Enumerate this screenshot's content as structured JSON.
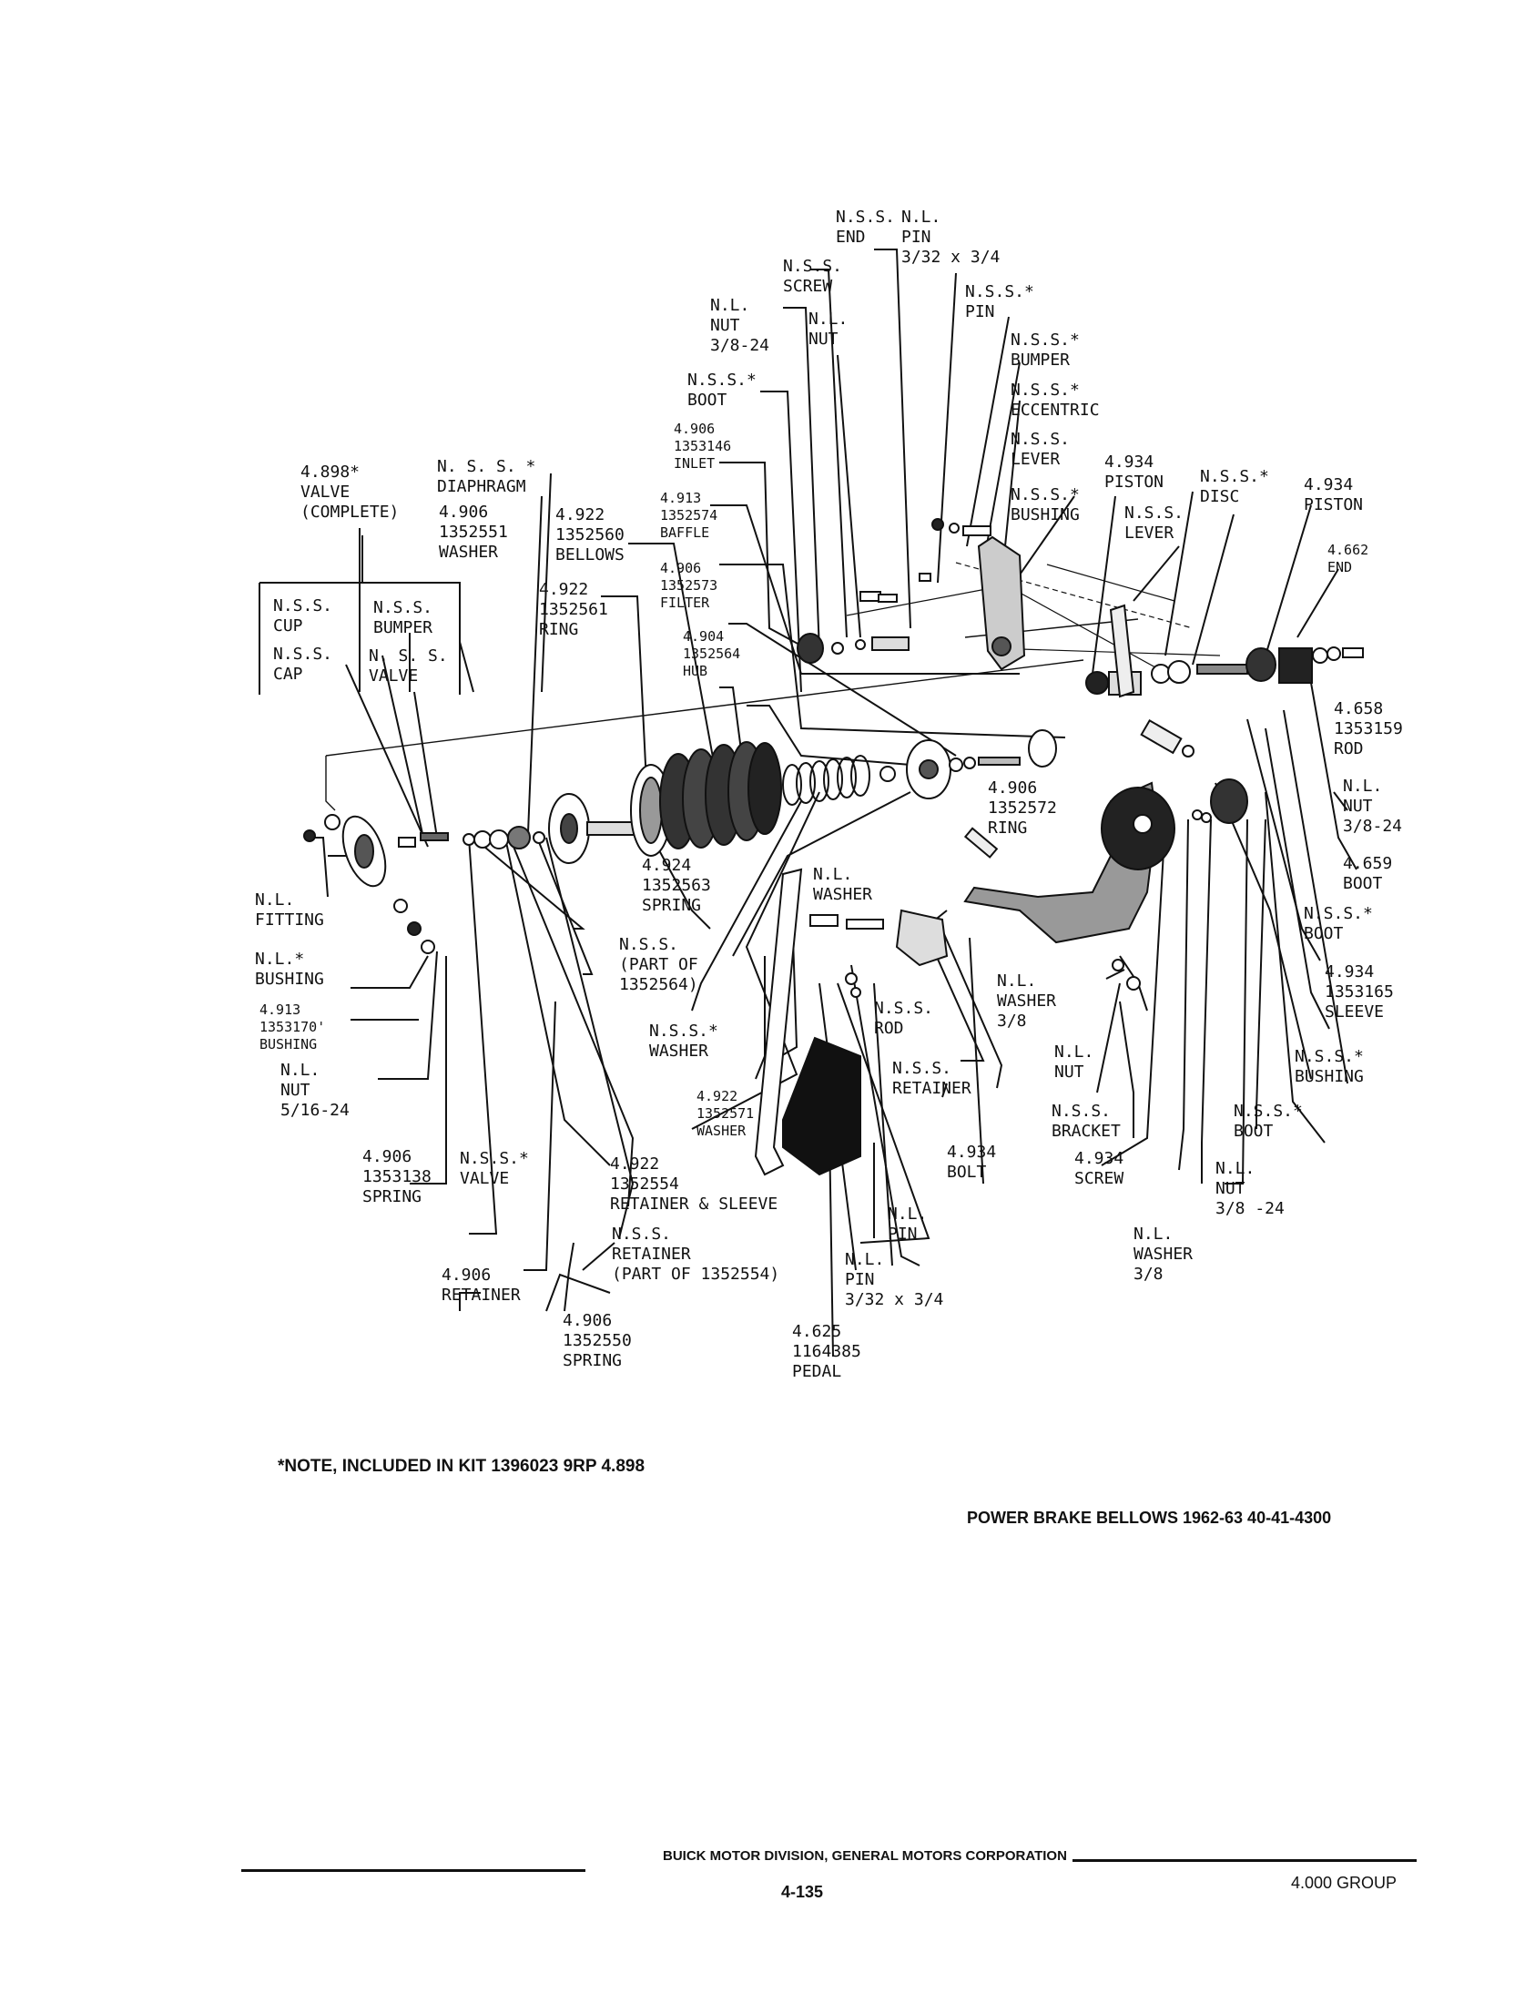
{
  "labels": [
    {
      "id": "nss-end",
      "lines": [
        "N.S.S.",
        "END"
      ]
    },
    {
      "id": "nl-pin-top",
      "lines": [
        "N.L.",
        "PIN",
        "3/32 x 3/4"
      ]
    },
    {
      "id": "nss-screw-top",
      "lines": [
        "N.S.S.",
        "SCREW"
      ]
    },
    {
      "id": "nss-pin",
      "lines": [
        "N.S.S.*",
        "PIN"
      ]
    },
    {
      "id": "nl-nut-38",
      "lines": [
        "N.L.",
        "NUT",
        "3/8-24"
      ]
    },
    {
      "id": "nl-nut-top",
      "lines": [
        "N.L.",
        "NUT"
      ]
    },
    {
      "id": "nss-bumper-top",
      "lines": [
        "N.S.S.*",
        "BUMPER"
      ]
    },
    {
      "id": "nss-boot-top",
      "lines": [
        "N.S.S.*",
        "BOOT"
      ]
    },
    {
      "id": "nss-eccentric",
      "lines": [
        "N.S.S.*",
        "ECCENTRIC"
      ]
    },
    {
      "id": "inlet",
      "lines": [
        "4.906",
        "1353146",
        "INLET"
      ]
    },
    {
      "id": "nss-lever-top",
      "lines": [
        "N.S.S.",
        "LEVER"
      ]
    },
    {
      "id": "piston-934",
      "lines": [
        "4.934",
        "PISTON"
      ]
    },
    {
      "id": "nss-disc",
      "lines": [
        "N.S.S.*",
        "DISC"
      ]
    },
    {
      "id": "piston-934b",
      "lines": [
        "4.934",
        "PISTON"
      ]
    },
    {
      "id": "valve-complete",
      "lines": [
        "4.898*",
        "VALVE",
        "(COMPLETE)"
      ]
    },
    {
      "id": "nss-diaphragm",
      "lines": [
        "N. S. S. *",
        "DIAPHRAGM"
      ]
    },
    {
      "id": "washer-1352551",
      "lines": [
        "4.906",
        "1352551",
        "WASHER"
      ]
    },
    {
      "id": "bellows",
      "lines": [
        "4.922",
        "1352560",
        "BELLOWS"
      ]
    },
    {
      "id": "baffle",
      "lines": [
        "4.913",
        "1352574",
        "BAFFLE"
      ]
    },
    {
      "id": "nss-bushing-top",
      "lines": [
        "N.S.S.*",
        "BUSHING"
      ]
    },
    {
      "id": "nss-lever-right",
      "lines": [
        "N.S.S.",
        "LEVER"
      ]
    },
    {
      "id": "end-4662",
      "lines": [
        "4.662",
        "END"
      ]
    },
    {
      "id": "filter",
      "lines": [
        "4.906",
        "1352573",
        "FILTER"
      ]
    },
    {
      "id": "ring-1352561",
      "lines": [
        "4.922",
        "1352561",
        "RING"
      ]
    },
    {
      "id": "nss-cup",
      "lines": [
        "N.S.S.",
        "CUP"
      ]
    },
    {
      "id": "nss-bumper-left",
      "lines": [
        "N.S.S.",
        "BUMPER"
      ]
    },
    {
      "id": "nss-cap",
      "lines": [
        "N.S.S.",
        "CAP"
      ]
    },
    {
      "id": "nss-valve-left",
      "lines": [
        "N. S. S.",
        "VALVE"
      ]
    },
    {
      "id": "hub",
      "lines": [
        "4.904",
        "1352564",
        "HUB"
      ]
    },
    {
      "id": "rod-4658",
      "lines": [
        "4.658",
        "1353159",
        "ROD"
      ]
    },
    {
      "id": "ring-1352572",
      "lines": [
        "4.906",
        "1352572",
        "RING"
      ]
    },
    {
      "id": "nl-nut-right",
      "lines": [
        "N.L.",
        "NUT",
        "3/8-24"
      ]
    },
    {
      "id": "spring-1352563",
      "lines": [
        "4.924",
        "1352563",
        "SPRING"
      ]
    },
    {
      "id": "nl-washer-mid",
      "lines": [
        "N.L.",
        "WASHER"
      ]
    },
    {
      "id": "boot-4659",
      "lines": [
        "4.659",
        "BOOT"
      ]
    },
    {
      "id": "nl-fitting",
      "lines": [
        "N.L.",
        "FITTING"
      ]
    },
    {
      "id": "nss-part-of",
      "lines": [
        "N.S.S.",
        "(PART OF",
        "1352564)"
      ]
    },
    {
      "id": "nss-boot-right",
      "lines": [
        "N.S.S.*",
        "BOOT"
      ]
    },
    {
      "id": "nl-bushing",
      "lines": [
        "N.L.*",
        "BUSHING"
      ]
    },
    {
      "id": "nl-washer-38",
      "lines": [
        "N.L.",
        "WASHER",
        "3/8"
      ]
    },
    {
      "id": "sleeve-1353165",
      "lines": [
        "4.934",
        "1353165",
        "SLEEVE"
      ]
    },
    {
      "id": "bushing-1353170",
      "lines": [
        "4.913",
        "1353170'",
        "BUSHING"
      ]
    },
    {
      "id": "nss-rod",
      "lines": [
        "N.S.S.",
        "ROD"
      ]
    },
    {
      "id": "nss-washer",
      "lines": [
        "N.S.S.*",
        "WASHER"
      ]
    },
    {
      "id": "nl-nut-mid",
      "lines": [
        "N.L.",
        "NUT"
      ]
    },
    {
      "id": "nss-bushing-right",
      "lines": [
        "N.S.S.*",
        "BUSHING"
      ]
    },
    {
      "id": "nl-nut-516",
      "lines": [
        "N.L.",
        "NUT",
        "5/16-24"
      ]
    },
    {
      "id": "nss-retainer-mid",
      "lines": [
        "N.S.S.",
        "RETAINER"
      ]
    },
    {
      "id": "washer-1352571",
      "lines": [
        "4.922",
        "1352571",
        "WASHER"
      ]
    },
    {
      "id": "nss-bracket",
      "lines": [
        "N.S.S.",
        "BRACKET"
      ]
    },
    {
      "id": "nss-boot-low",
      "lines": [
        "N.S.S.*",
        "BOOT"
      ]
    },
    {
      "id": "spring-1353138",
      "lines": [
        "4.906",
        "1353138",
        "SPRING"
      ]
    },
    {
      "id": "nss-valve-low",
      "lines": [
        "N.S.S.*",
        "VALVE"
      ]
    },
    {
      "id": "retainer-sleeve",
      "lines": [
        "4.922",
        "1352554",
        "RETAINER & SLEEVE"
      ]
    },
    {
      "id": "bolt-934",
      "lines": [
        "4.934",
        "BOLT"
      ]
    },
    {
      "id": "screw-934",
      "lines": [
        "4.934",
        "SCREW"
      ]
    },
    {
      "id": "nl-nut-low",
      "lines": [
        "N.L.",
        "NUT",
        "3/8 -24"
      ]
    },
    {
      "id": "nl-pin-mid",
      "lines": [
        "N.L.",
        "PIN"
      ]
    },
    {
      "id": "nss-retainer-low",
      "lines": [
        "N.S.S.",
        "RETAINER",
        "(PART OF 1352554)"
      ]
    },
    {
      "id": "nl-washer-low",
      "lines": [
        "N.L.",
        "WASHER",
        "3/8"
      ]
    },
    {
      "id": "retainer-4906",
      "lines": [
        "4.906",
        "RETAINER"
      ]
    },
    {
      "id": "nl-pin-low",
      "lines": [
        "N.L.",
        "PIN",
        "3/32 x 3/4"
      ]
    },
    {
      "id": "spring-1352550",
      "lines": [
        "4.906",
        "1352550",
        "SPRING"
      ]
    },
    {
      "id": "pedal",
      "lines": [
        "4.625",
        "1164385",
        "PEDAL"
      ]
    }
  ],
  "note": "*NOTE, INCLUDED IN KIT 1396023 9RP 4.898",
  "caption": "POWER BRAKE BELLOWS 1962-63 40-41-4300",
  "footer": {
    "company": "BUICK MOTOR DIVISION, GENERAL MOTORS CORPORATION",
    "page_number": "4-135",
    "group": "4.000 GROUP"
  }
}
